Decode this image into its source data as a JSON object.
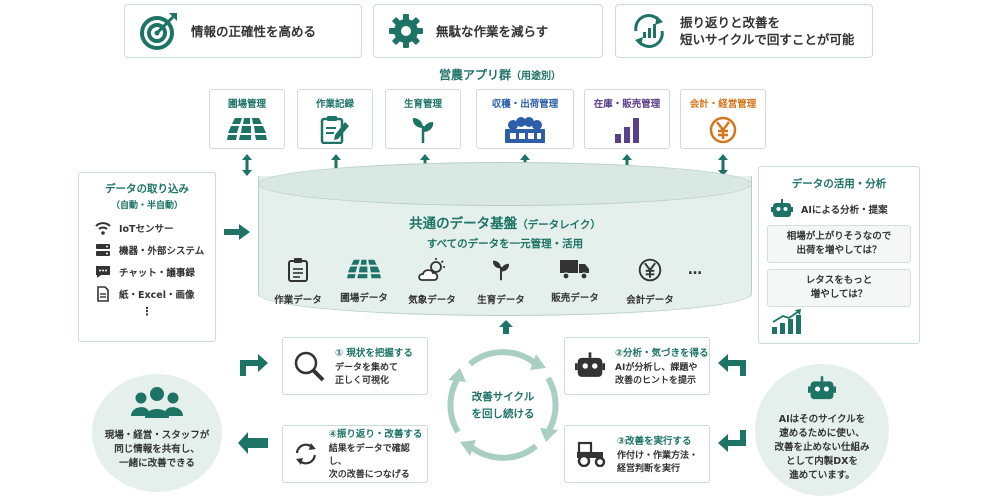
{
  "top_goals": [
    {
      "label": "情報の正確性を高める",
      "icon": "target-icon"
    },
    {
      "label": "無駄な作業を減らす",
      "icon": "gear-icon"
    },
    {
      "label_line1": "振り返りと改善を",
      "label_line2": "短いサイクルで回すことが可能",
      "icon": "cycle-chart-icon"
    }
  ],
  "apps": {
    "title": "営農アプリ群",
    "subtitle": "（用途別）",
    "items": [
      {
        "label": "圃場管理",
        "color": "#1d7366"
      },
      {
        "label": "作業記録",
        "color": "#1d7366"
      },
      {
        "label": "生育管理",
        "color": "#1d7366"
      },
      {
        "label": "収穫・出荷管理",
        "color": "#2d5fa8"
      },
      {
        "label": "在庫・販売管理",
        "color": "#5a3f8a"
      },
      {
        "label": "会計・経営管理",
        "color": "#d4761e"
      }
    ]
  },
  "input_panel": {
    "title": "データの取り込み",
    "subtitle": "（自動・半自動）",
    "items": [
      "IoTセンサー",
      "機器・外部システム",
      "チャット・議事録",
      "紙・Excel・画像"
    ],
    "more": "⋮"
  },
  "database": {
    "title": "共通のデータ基盤",
    "title_suffix": "（データレイク）",
    "subtitle": "すべてのデータを一元管理・活用",
    "items": [
      "作業データ",
      "圃場データ",
      "気象データ",
      "生育データ",
      "販売データ",
      "会計データ"
    ],
    "more": "…"
  },
  "output_panel": {
    "title": "データの活用・分析",
    "ai_label": "AIによる分析・提案",
    "suggestions": [
      {
        "line1": "相場が上がりそうなので",
        "line2": "出荷を増やしては？"
      },
      {
        "line1": "レタスをもっと",
        "line2": "増やしては？"
      }
    ]
  },
  "cycle": {
    "center_line1": "改善サイクル",
    "center_line2": "を回し続ける",
    "steps": [
      {
        "title": "① 現状を把握する",
        "line1": "データを集めて",
        "line2": "正しく可視化"
      },
      {
        "title": "②分析・気づきを得る",
        "line1": "AIが分析し、課題や",
        "line2": "改善のヒントを提示"
      },
      {
        "title": "③改善を実行する",
        "line1": "作付け・作業方法・",
        "line2": "経営判断を実行"
      },
      {
        "title": "④振り返り・改善する",
        "line1": "結果をデータで確認し、",
        "line2": "次の改善につなげる"
      }
    ]
  },
  "team_note": {
    "line1": "現場・経営・スタッフが",
    "line2": "同じ情報を共有し、",
    "line3": "一緒に改善できる"
  },
  "ai_note": {
    "line1": "AIはそのサイクルを",
    "line2": "速めるために使い、",
    "line3": "改善を止めない仕組み",
    "line4": "として内製DXを",
    "line5": "進めています。"
  },
  "colors": {
    "accent": "#1d7366",
    "light": "#e5efec",
    "border": "#c9ddd6"
  }
}
